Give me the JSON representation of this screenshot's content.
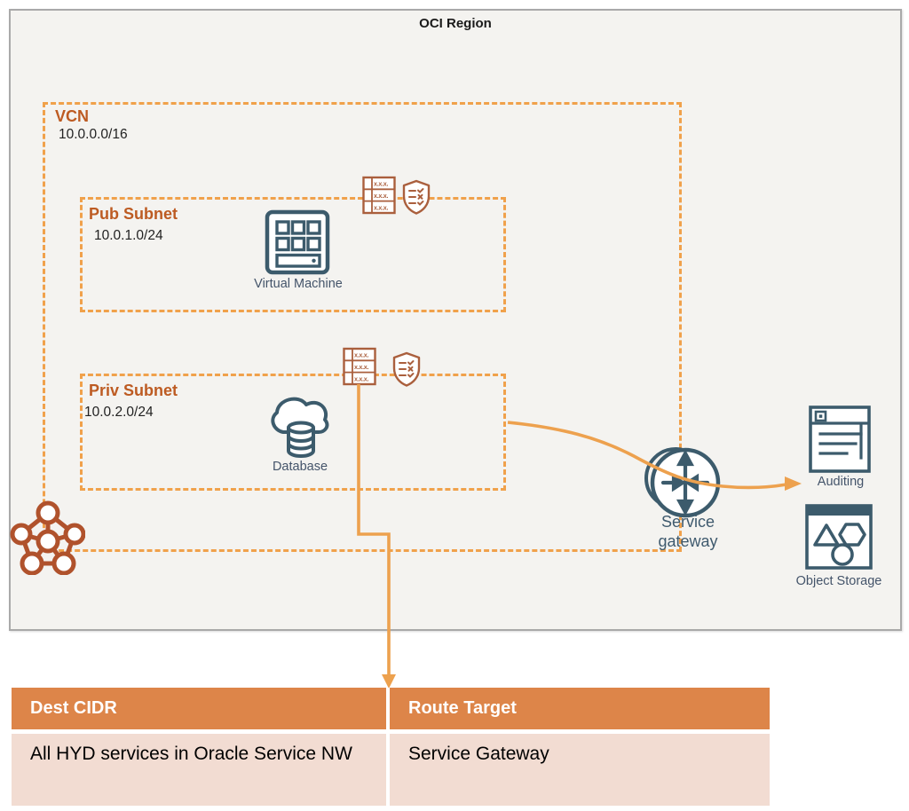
{
  "region": {
    "title": "OCI Region"
  },
  "vcn": {
    "label": "VCN",
    "cidr": "10.0.0.0/16",
    "subnets": [
      {
        "label": "Pub Subnet",
        "cidr": "10.0.1.0/24",
        "resource_label": "Virtual Machine"
      },
      {
        "label": "Priv Subnet",
        "cidr": "10.0.2.0/24",
        "resource_label": "Database"
      }
    ]
  },
  "gateway": {
    "label_line1": "Service",
    "label_line2": "gateway"
  },
  "services": {
    "auditing_label": "Auditing",
    "object_storage_label": "Object Storage"
  },
  "icons": {
    "route_table_cell_text": "x.x.x."
  },
  "route_table": {
    "headers": [
      "Dest CIDR",
      "Route Target"
    ],
    "rows": [
      {
        "dest_cidr": "All HYD services in Oracle Service NW",
        "route_target": "Service Gateway"
      }
    ]
  },
  "colors": {
    "dashed_border": "#f0a14b",
    "label_orange": "#bd5b22",
    "icon_brown": "#aa5f3d",
    "icon_teal": "#3c5b6c",
    "label_slate": "#44546a",
    "arrow": "#eda14e",
    "table_header_bg": "#dd8549",
    "table_row_bg": "#f2dcd2"
  }
}
